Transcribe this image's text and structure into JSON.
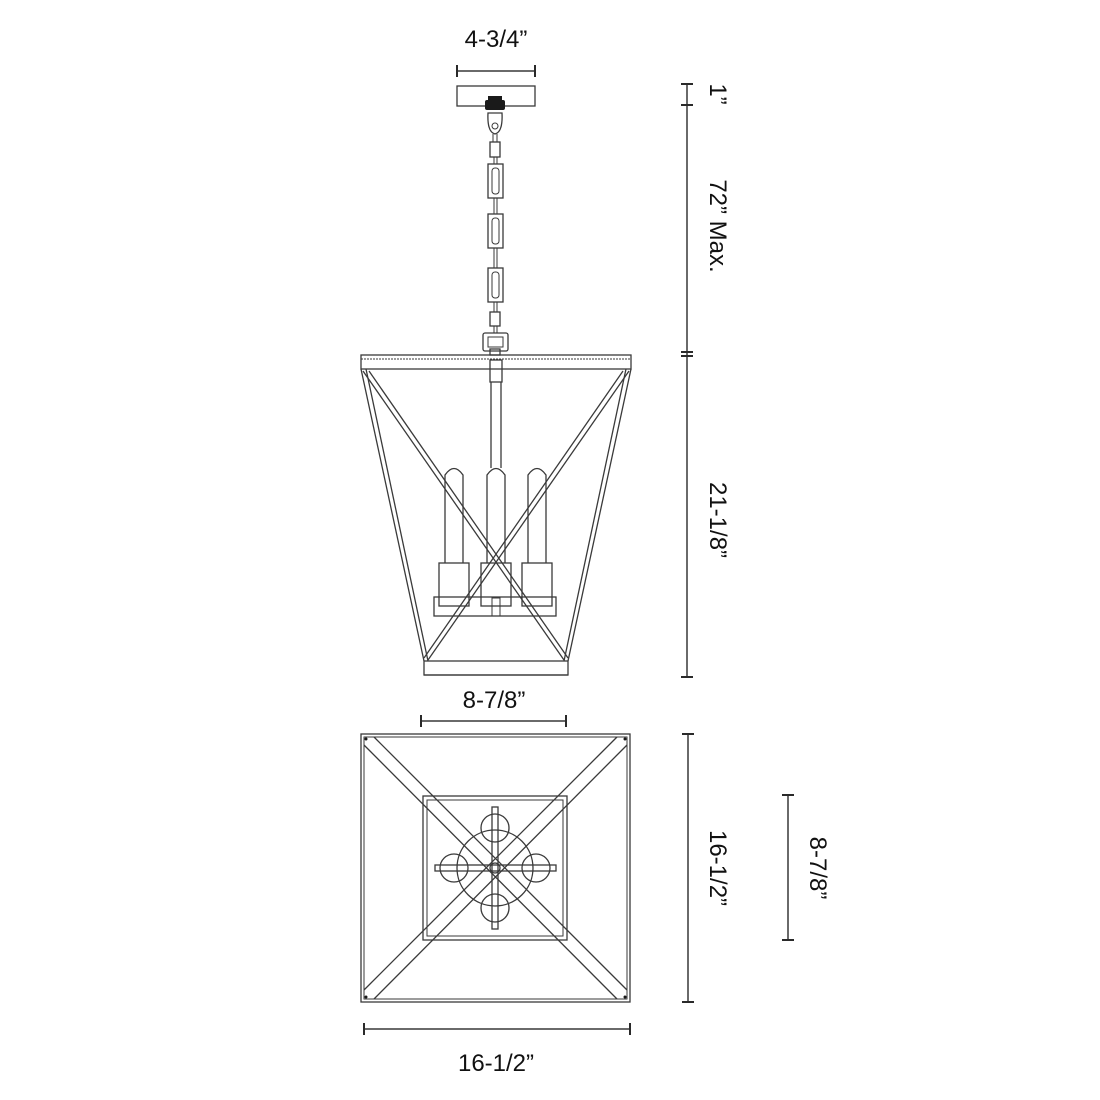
{
  "drawing": {
    "title": "Pendant lantern dimension drawing",
    "views": [
      "elevation",
      "plan"
    ],
    "colors": {
      "line": "#3a3a3a",
      "dimension": "#6a6a6a",
      "text": "#111111",
      "background": "#ffffff"
    }
  },
  "dimensions": {
    "canopy_width": "4-3/4”",
    "canopy_height": "1”",
    "chain_length": "72” Max.",
    "body_height": "21-1/8”",
    "bottom_width": "8-7/8”",
    "plan_height": "16-1/2”",
    "plan_inner_height": "8-7/8”",
    "plan_width": "16-1/2”"
  }
}
